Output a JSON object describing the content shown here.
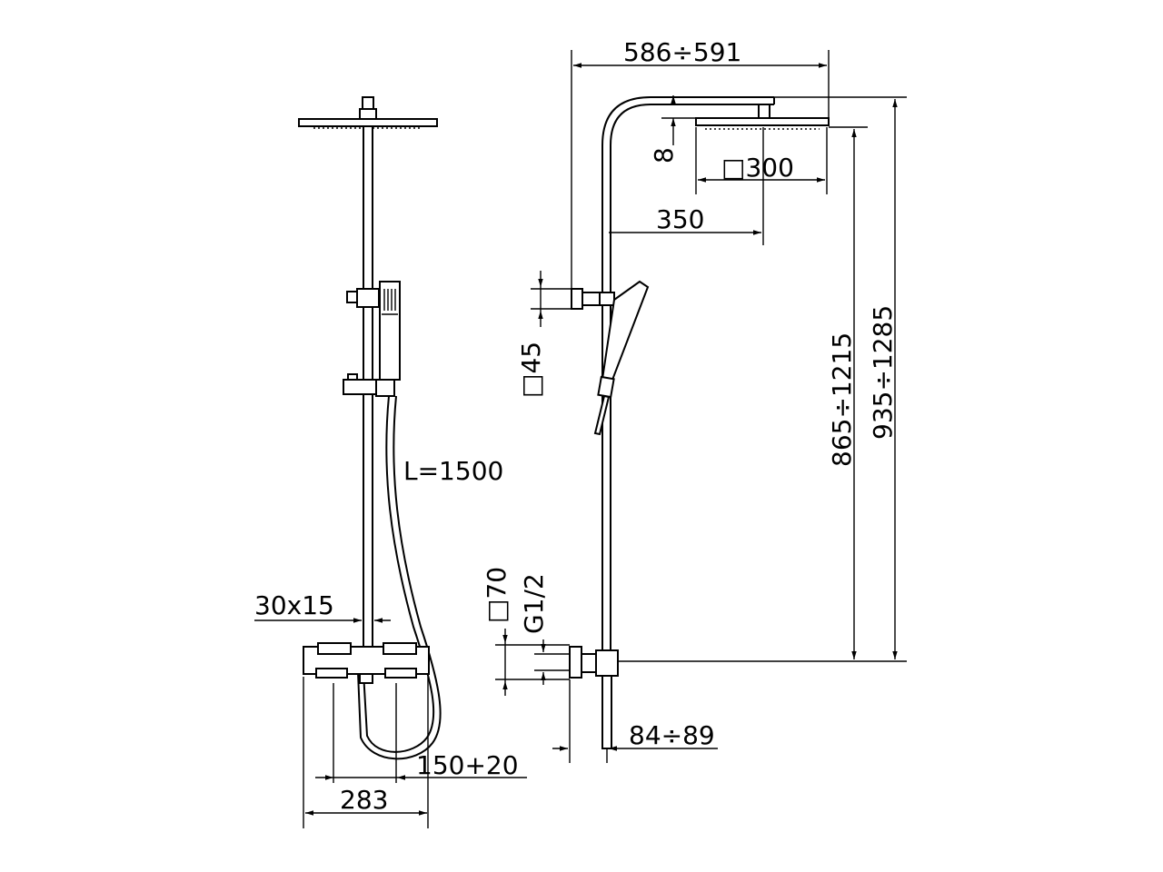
{
  "dimensions": {
    "head_width_range": "586÷591",
    "head_plate_thickness": "8",
    "head_size": "□300",
    "arm_reach": "350",
    "handshower_holder": "□45",
    "hose_length": "L=1500",
    "wall_escutcheon": "□70",
    "connection_thread": "G1/2",
    "rail_section": "30x15",
    "outlet_spacing": "150+20",
    "mixer_width": "283",
    "wall_projection": "84÷89",
    "mixer_to_head_height": "865÷1215",
    "total_height": "935÷1285"
  },
  "colors": {
    "line": "#000000",
    "background": "#ffffff"
  }
}
